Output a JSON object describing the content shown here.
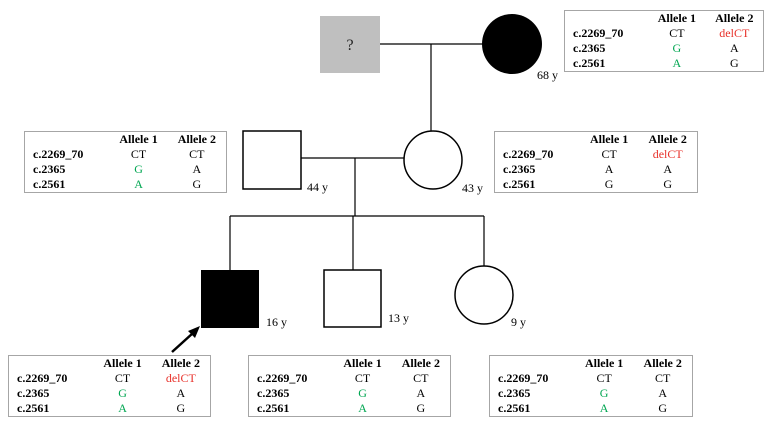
{
  "colors": {
    "affected": "#000000",
    "unknown": "#bfbfbf",
    "green": "#00a651",
    "red": "#e8322b",
    "box_border": "#a6a6a6"
  },
  "individuals": {
    "grandfather": {
      "symbol": "?",
      "shape": "square",
      "status": "unknown"
    },
    "grandmother": {
      "age": "68 y",
      "shape": "circle",
      "status": "affected"
    },
    "father": {
      "age": "44 y",
      "shape": "square",
      "status": "unaffected"
    },
    "mother": {
      "age": "43 y",
      "shape": "circle",
      "status": "unaffected"
    },
    "proband": {
      "age": "16 y",
      "shape": "square",
      "status": "affected",
      "proband_arrow": true
    },
    "brother": {
      "age": "13 y",
      "shape": "square",
      "status": "unaffected"
    },
    "sister": {
      "age": "9 y",
      "shape": "circle",
      "status": "unaffected"
    }
  },
  "genotype_tables": {
    "grandmother": {
      "headers": [
        "",
        "Allele 1",
        "Allele 2"
      ],
      "rows": [
        {
          "locus": "c.2269_70",
          "a1": "CT",
          "a1_color": "black",
          "a2": "delCT",
          "a2_color": "red"
        },
        {
          "locus": "c.2365",
          "a1": "G",
          "a1_color": "green",
          "a2": "A",
          "a2_color": "black"
        },
        {
          "locus": "c.2561",
          "a1": "A",
          "a1_color": "green",
          "a2": "G",
          "a2_color": "black"
        }
      ]
    },
    "father": {
      "headers": [
        "",
        "Allele 1",
        "Allele 2"
      ],
      "rows": [
        {
          "locus": "c.2269_70",
          "a1": "CT",
          "a1_color": "black",
          "a2": "CT",
          "a2_color": "black"
        },
        {
          "locus": "c.2365",
          "a1": "G",
          "a1_color": "green",
          "a2": "A",
          "a2_color": "black"
        },
        {
          "locus": "c.2561",
          "a1": "A",
          "a1_color": "green",
          "a2": "G",
          "a2_color": "black"
        }
      ]
    },
    "mother": {
      "headers": [
        "",
        "Allele 1",
        "Allele 2"
      ],
      "rows": [
        {
          "locus": "c.2269_70",
          "a1": "CT",
          "a1_color": "black",
          "a2": "delCT",
          "a2_color": "red"
        },
        {
          "locus": "c.2365",
          "a1": "A",
          "a1_color": "black",
          "a2": "A",
          "a2_color": "black"
        },
        {
          "locus": "c.2561",
          "a1": "G",
          "a1_color": "black",
          "a2": "G",
          "a2_color": "black"
        }
      ]
    },
    "proband": {
      "headers": [
        "",
        "Allele 1",
        "Allele 2"
      ],
      "rows": [
        {
          "locus": "c.2269_70",
          "a1": "CT",
          "a1_color": "black",
          "a2": "delCT",
          "a2_color": "red"
        },
        {
          "locus": "c.2365",
          "a1": "G",
          "a1_color": "green",
          "a2": "A",
          "a2_color": "black"
        },
        {
          "locus": "c.2561",
          "a1": "A",
          "a1_color": "green",
          "a2": "G",
          "a2_color": "black"
        }
      ]
    },
    "brother": {
      "headers": [
        "",
        "Allele 1",
        "Allele 2"
      ],
      "rows": [
        {
          "locus": "c.2269_70",
          "a1": "CT",
          "a1_color": "black",
          "a2": "CT",
          "a2_color": "black"
        },
        {
          "locus": "c.2365",
          "a1": "G",
          "a1_color": "green",
          "a2": "A",
          "a2_color": "black"
        },
        {
          "locus": "c.2561",
          "a1": "A",
          "a1_color": "green",
          "a2": "G",
          "a2_color": "black"
        }
      ]
    },
    "sister": {
      "headers": [
        "",
        "Allele 1",
        "Allele 2"
      ],
      "rows": [
        {
          "locus": "c.2269_70",
          "a1": "CT",
          "a1_color": "black",
          "a2": "CT",
          "a2_color": "black"
        },
        {
          "locus": "c.2365",
          "a1": "G",
          "a1_color": "green",
          "a2": "A",
          "a2_color": "black"
        },
        {
          "locus": "c.2561",
          "a1": "A",
          "a1_color": "green",
          "a2": "G",
          "a2_color": "black"
        }
      ]
    }
  }
}
